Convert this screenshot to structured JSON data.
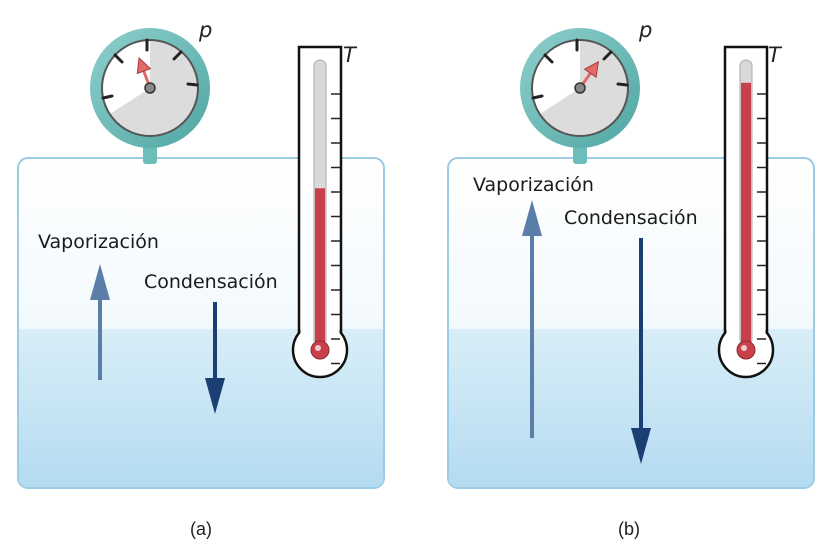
{
  "panels": [
    {
      "id": "a",
      "caption": "(a)",
      "vapor_label": "Vaporización",
      "condense_label": "Condensación",
      "pressure_symbol": "p",
      "temperature_symbol": "T",
      "thermometer_fill": 0.55,
      "gauge_needle_deg": -20
    },
    {
      "id": "b",
      "caption": "(b)",
      "vapor_label": "Vaporización",
      "condense_label": "Condensación",
      "pressure_symbol": "p",
      "temperature_symbol": "T",
      "thermometer_fill": 0.92,
      "gauge_needle_deg": 35
    }
  ],
  "colors": {
    "liquid": "#bfe1f3",
    "vapor": "#e8f5fb",
    "container_stroke": "#9ccbe6",
    "gauge_ring": "#6dbdba",
    "needle": "#e06a6a",
    "mercury": "#c8414a",
    "vapor_arrow": "#5b7ea8",
    "condense_arrow": "#1b3f73"
  }
}
